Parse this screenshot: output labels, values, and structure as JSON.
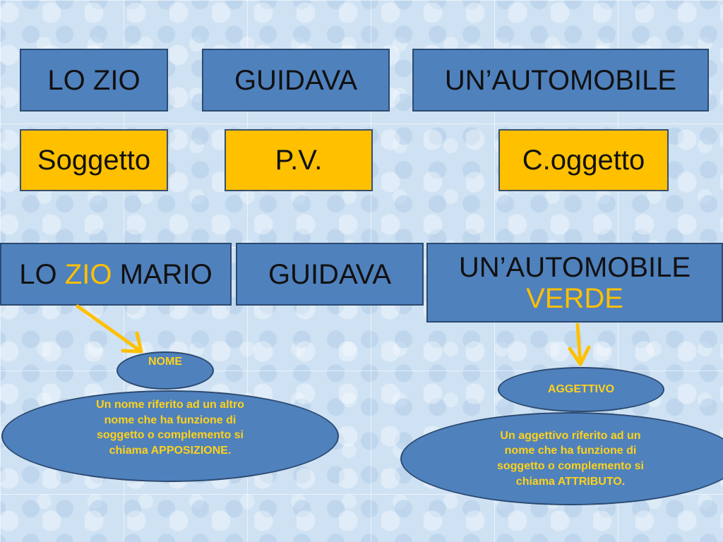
{
  "row1": {
    "subject": "LO ZIO",
    "verb": "GUIDAVA",
    "object": "UN’AUTOMOBILE"
  },
  "row2": {
    "subject_label": "Soggetto",
    "verb_label": "P.V.",
    "object_label": "C.oggetto"
  },
  "row3": {
    "subject_pre": "LO",
    "subject_highlight": "ZIO",
    "subject_post": "MARIO",
    "verb": "GUIDAVA",
    "object_line1": "UN’AUTOMOBILE",
    "object_highlight": "VERDE"
  },
  "left_note": {
    "tag": "NOME",
    "definition_lines": [
      "Un nome riferito ad un altro",
      "nome che ha funzione di",
      "soggetto o complemento si",
      "chiama APPOSIZIONE."
    ]
  },
  "right_note": {
    "tag": "AGGETTIVO",
    "definition_lines": [
      "Un aggettivo riferito ad un",
      "nome che ha funzione di",
      "soggetto o complemento si",
      "chiama ATTRIBUTO."
    ]
  },
  "colors": {
    "box_blue": "#4f81bd",
    "box_yellow": "#ffc000",
    "highlight": "#ffc000",
    "note_text": "#ffd21a"
  }
}
